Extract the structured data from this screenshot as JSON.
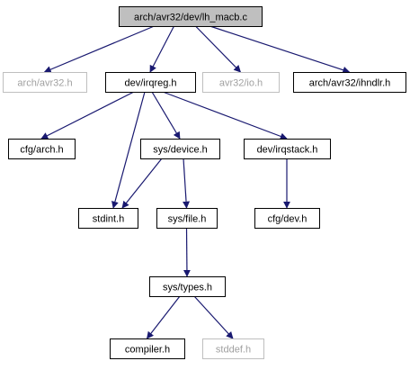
{
  "graph": {
    "nodes": [
      {
        "id": "n0",
        "label": "arch/avr32/dev/lh_macb.c",
        "style": "root"
      },
      {
        "id": "n1",
        "label": "arch/avr32.h",
        "style": "missing"
      },
      {
        "id": "n2",
        "label": "dev/irqreg.h",
        "style": "normal"
      },
      {
        "id": "n3",
        "label": "avr32/io.h",
        "style": "missing"
      },
      {
        "id": "n4",
        "label": "arch/avr32/ihndlr.h",
        "style": "normal"
      },
      {
        "id": "n5",
        "label": "cfg/arch.h",
        "style": "normal"
      },
      {
        "id": "n6",
        "label": "sys/device.h",
        "style": "normal"
      },
      {
        "id": "n7",
        "label": "dev/irqstack.h",
        "style": "normal"
      },
      {
        "id": "n8",
        "label": "stdint.h",
        "style": "normal"
      },
      {
        "id": "n9",
        "label": "sys/file.h",
        "style": "normal"
      },
      {
        "id": "n10",
        "label": "cfg/dev.h",
        "style": "normal"
      },
      {
        "id": "n11",
        "label": "sys/types.h",
        "style": "normal"
      },
      {
        "id": "n12",
        "label": "compiler.h",
        "style": "normal"
      },
      {
        "id": "n13",
        "label": "stddef.h",
        "style": "missing"
      }
    ],
    "edges": [
      {
        "from": "n0",
        "to": "n1"
      },
      {
        "from": "n0",
        "to": "n2"
      },
      {
        "from": "n0",
        "to": "n3"
      },
      {
        "from": "n0",
        "to": "n4"
      },
      {
        "from": "n2",
        "to": "n5"
      },
      {
        "from": "n2",
        "to": "n6"
      },
      {
        "from": "n2",
        "to": "n7"
      },
      {
        "from": "n2",
        "to": "n8"
      },
      {
        "from": "n6",
        "to": "n8"
      },
      {
        "from": "n6",
        "to": "n9"
      },
      {
        "from": "n7",
        "to": "n10"
      },
      {
        "from": "n9",
        "to": "n11"
      },
      {
        "from": "n11",
        "to": "n12"
      },
      {
        "from": "n11",
        "to": "n13"
      }
    ]
  },
  "colors": {
    "edge": "#191970",
    "root_fill": "#bfbfbf",
    "node_fill": "#ffffff",
    "node_border": "#000000",
    "missing_border": "#bfbfbf",
    "missing_text": "#a0a0a0",
    "text": "#000000"
  }
}
